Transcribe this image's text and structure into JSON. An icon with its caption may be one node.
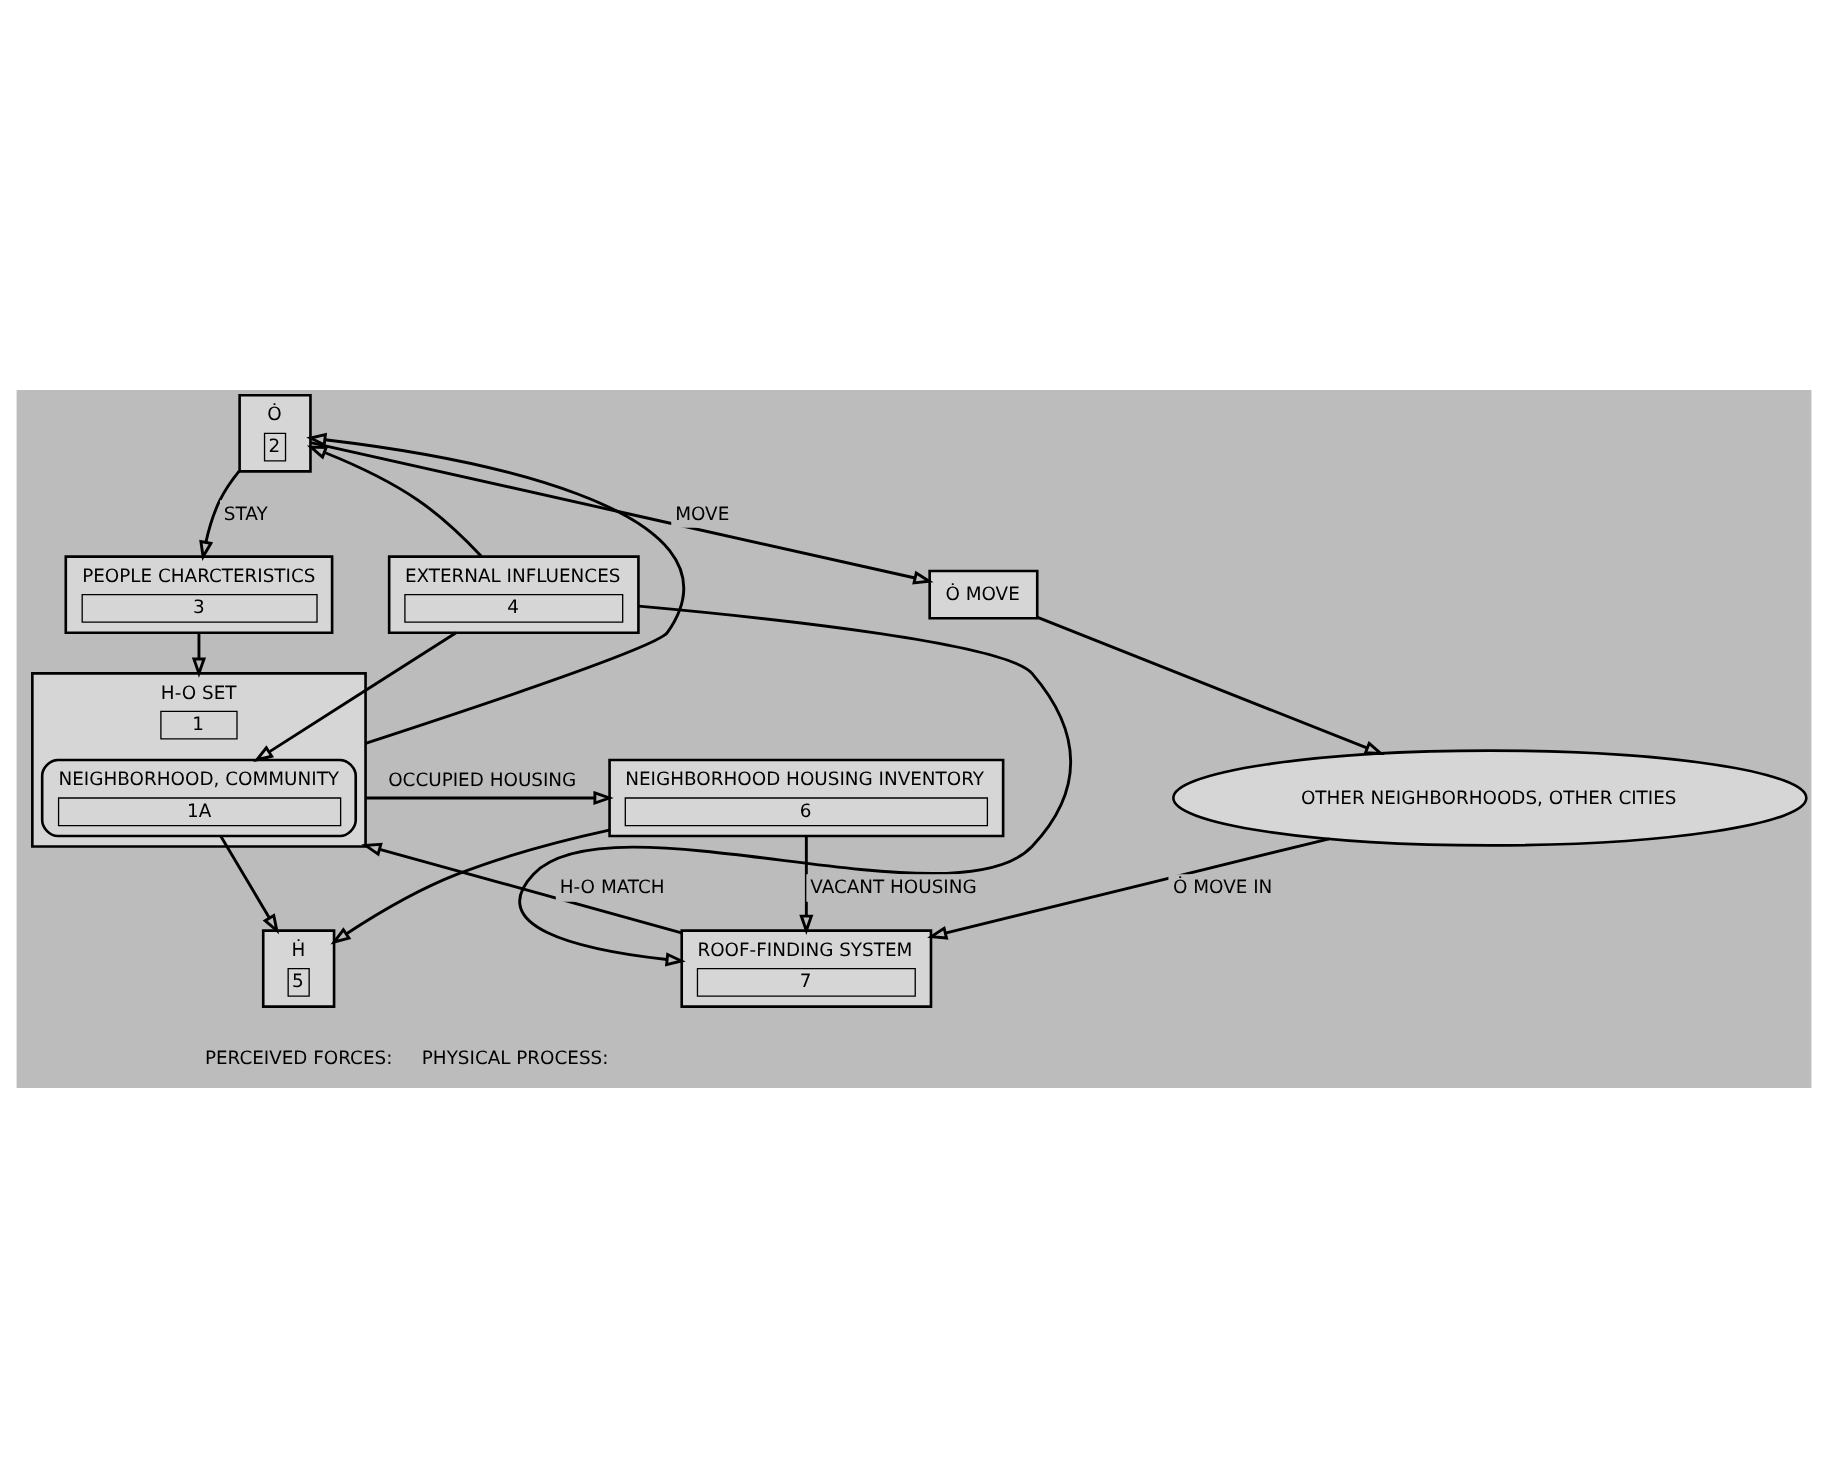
{
  "diagram": {
    "nodes": [
      {
        "text": [
          "Ȯ MOVE"
        ]
      },
      {
        "text": [
          "Ȯ",
          "2"
        ]
      },
      {
        "text": [
          "OTHER NEIGHBORHOODS, OTHER CITIES"
        ]
      },
      {
        "text": [
          "PEOPLE CHARCTERISTICS",
          "3"
        ]
      },
      {
        "text": [
          "H-O SET",
          "1"
        ]
      },
      {
        "text": [
          "NEIGHBORHOOD, COMMUNITY",
          "1A"
        ],
        "in": 4
      },
      {
        "text": [
          "ROOF-FINDING SYSTEM",
          "7"
        ]
      },
      {
        "text": [
          "EXTERNAL INFLUENCES",
          "4"
        ]
      },
      {
        "text": [
          "NEIGHBORHOOD HOUSING INVENTORY",
          "6"
        ]
      },
      {
        "text": [
          "Ḣ",
          "5"
        ]
      }
    ],
    "edges": [
      {
        "from": 1,
        "to": 0,
        "arrow": "to",
        "label": "MOVE"
      },
      {
        "from": 0,
        "to": 2,
        "arrow": "to"
      },
      {
        "from": 1,
        "to": 3,
        "arrow": "to",
        "label": "STAY"
      },
      {
        "from": 3,
        "to": 4,
        "arrow": "to"
      },
      {
        "from": 2,
        "to": 6,
        "arrow": "to",
        "label": "Ȯ MOVE IN"
      },
      {
        "from": 6,
        "to": 4,
        "arrow": "to",
        "label": "H-O MATCH"
      },
      {
        "from": 4,
        "to": 1,
        "arrow": "to"
      },
      {
        "from": 7,
        "to": 1,
        "arrow": "to"
      },
      {
        "from": 7,
        "to": 5,
        "arrow": "to"
      },
      {
        "from": 4,
        "to": 8,
        "arrow": "to",
        "label": "OCCUPIED HOUSING"
      },
      {
        "from": 8,
        "to": 6,
        "arrow": "to",
        "label": "VACANT HOUSING"
      },
      {
        "from": 8,
        "to": 9,
        "arrow": "to"
      },
      {
        "from": 5,
        "to": 9,
        "arrow": "to"
      },
      {
        "from": 7,
        "to": 6,
        "arrow": "to"
      }
    ],
    "legend": [
      {
        "text": "PERCEIVED FORCES:"
      },
      {
        "text": "PHYSICAL PROCESS:"
      }
    ]
  }
}
